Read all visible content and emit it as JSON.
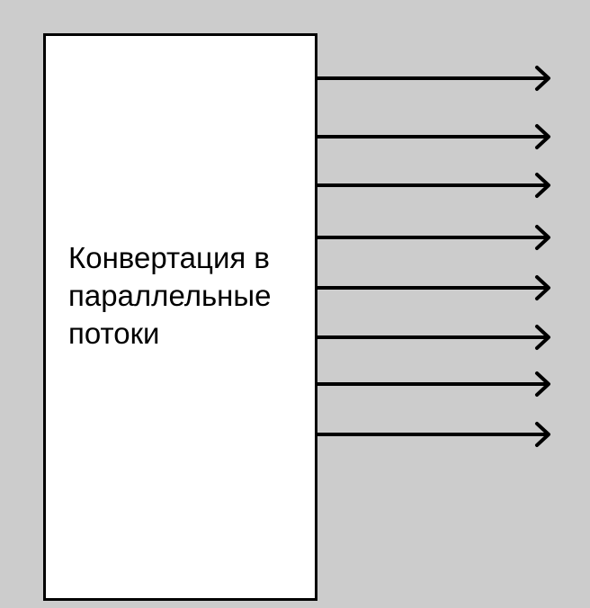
{
  "diagram": {
    "block": {
      "label_lines": [
        "Конвертация в",
        "параллельные",
        "потоки"
      ]
    },
    "outputs": {
      "count": 8
    },
    "colors": {
      "background": "#cccccc",
      "block_fill": "#ffffff",
      "stroke": "#000000"
    }
  }
}
